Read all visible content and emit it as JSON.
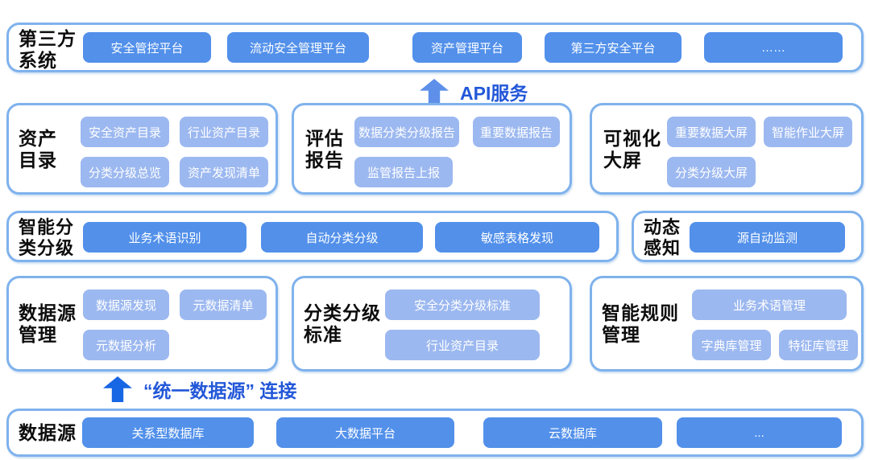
{
  "colors": {
    "button_dark": "#5290EA",
    "button_light": "#9CB8F0",
    "panel_border": "#7FB2EC",
    "arrow_text": "#2257D8",
    "arrow_icon_light": "#5E90EA",
    "arrow_icon_strong": "#1766E3"
  },
  "arrows": {
    "api_label": "API服务",
    "unified_label": "“统一数据源” 连接"
  },
  "panels": {
    "third_party_systems": {
      "label": "第三方\n系统",
      "items": [
        "安全管控平台",
        "流动安全管理平台",
        "资产管理平台",
        "第三方安全平台",
        "……"
      ]
    },
    "asset_catalog": {
      "label": "资产\n目录",
      "items": [
        "安全资产目录",
        "行业资产目录",
        "分类分级总览",
        "资产发现清单"
      ]
    },
    "assessment_reports": {
      "label": "评估\n报告",
      "items": [
        "数据分类分级报告",
        "重要数据报告",
        "监管报告上报"
      ]
    },
    "visualization_screens": {
      "label": "可视化\n大屏",
      "items": [
        "重要数据大屏",
        "智能作业大屏",
        "分类分级大屏"
      ]
    },
    "intelligent_classification": {
      "label": "智能分\n类分级",
      "items": [
        "业务术语识别",
        "自动分类分级",
        "敏感表格发现"
      ]
    },
    "dynamic_perception": {
      "label": "动态\n感知",
      "items": [
        "源自动监测"
      ]
    },
    "data_source_management": {
      "label": "数据源\n管理",
      "items": [
        "数据源发现",
        "元数据清单",
        "元数据分析"
      ]
    },
    "classification_standards": {
      "label": "分类分级\n标准",
      "items": [
        "安全分类分级标准",
        "行业资产目录"
      ]
    },
    "intelligent_rule_management": {
      "label": "智能规则\n管理",
      "items": [
        "业务术语管理",
        "字典库管理",
        "特征库管理"
      ]
    },
    "data_sources": {
      "label": "数据源",
      "items": [
        "关系型数据库",
        "大数据平台",
        "云数据库",
        "..."
      ]
    }
  }
}
